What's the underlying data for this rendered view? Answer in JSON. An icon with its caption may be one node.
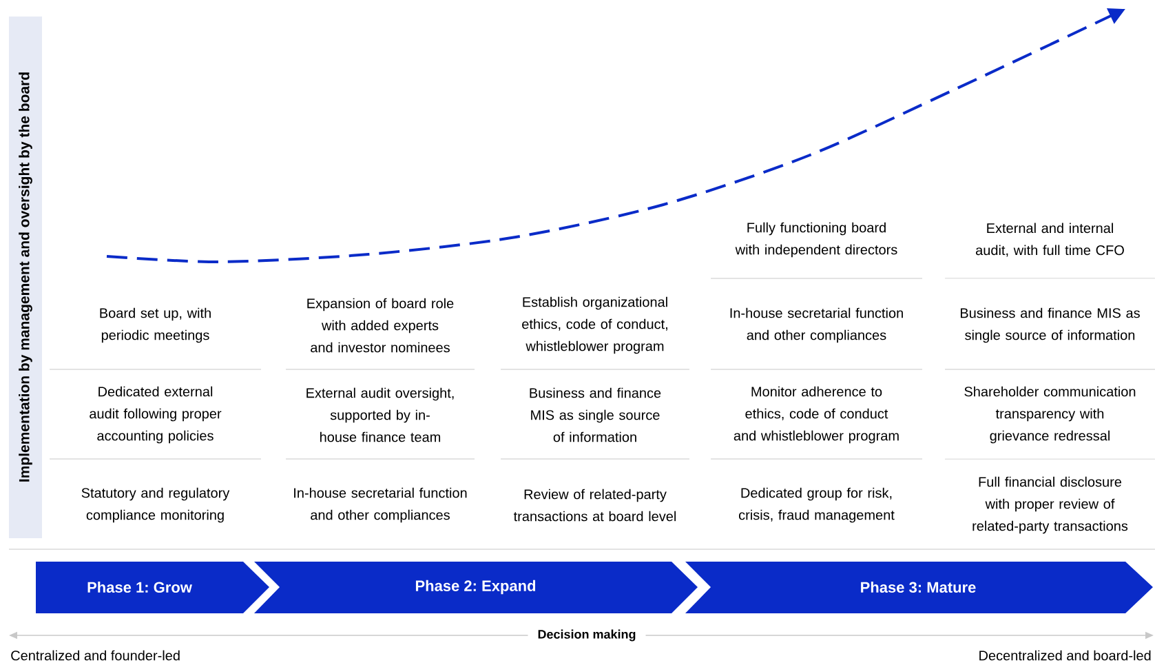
{
  "diagram": {
    "nodes": [
      {
        "text": [
          "Implementation by management and oversight by the board"
        ]
      },
      {
        "text": [
          "Phase 1: Grow"
        ]
      },
      {
        "text": [
          "Phase 2: Expand"
        ]
      },
      {
        "text": [
          "Phase 3: Mature"
        ]
      }
    ],
    "labels": [
      "Fully functioning board with independent directors",
      "External and internal audit, with full time CFO",
      "Board set up, with periodic meetings",
      "Expansion of board role with added experts and investor nominees",
      "Establish organizational ethics, code of conduct, whistleblower program",
      "In-house secretarial function and other compliances",
      "Business and finance MIS as single source of information",
      "Dedicated external audit following proper accounting policies",
      "External audit oversight, supported by in-house finance team",
      "Business and finance MIS as single source of information",
      "Monitor adherence to ethics, code of conduct and whistleblower program",
      "Shareholder communication transparency with grievance redressal",
      "Statutory and regulatory compliance monitoring",
      "In-house secretarial function and other compliances",
      "Review of related-party transactions at board level",
      "Dedicated group for risk, crisis, fraud management",
      "Full financial disclosure with proper review of related-party transactions",
      "Decision making",
      "Centralized and founder-led",
      "Decentralized and board-led"
    ]
  }
}
